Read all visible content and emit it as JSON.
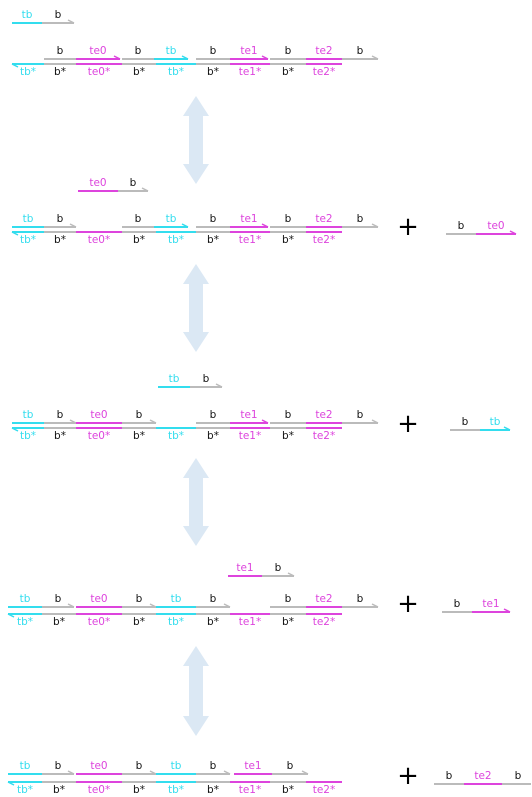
{
  "labels": {
    "tb": "tb",
    "b": "b",
    "te0": "te0",
    "te1": "te1",
    "te2": "te2",
    "tb_star": "tb*",
    "b_star": "b*",
    "te0_star": "te0*",
    "te1_star": "te1*",
    "te2_star": "te2*"
  },
  "colors": {
    "cyan": "#33ddee",
    "magenta": "#dd44dd",
    "gray": "#bbbbbb",
    "label_black": "#111111",
    "arrow_fill": "#dbe8f4"
  },
  "stages": [
    {
      "free_strand": [
        "tb",
        "b"
      ],
      "template_top": [
        "b",
        "te0",
        "b",
        "tb",
        "b",
        "te1",
        "b",
        "te2",
        "b"
      ],
      "template_bottom": [
        "tb_star",
        "b_star",
        "te0_star",
        "b_star",
        "tb_star",
        "b_star",
        "te1_star",
        "b_star",
        "te2_star"
      ],
      "released": []
    },
    {
      "free_strand": [
        "te0",
        "b"
      ],
      "template_top": [
        "tb",
        "b",
        "b",
        "tb",
        "b",
        "te1",
        "b",
        "te2",
        "b"
      ],
      "template_bottom": [
        "tb_star",
        "b_star",
        "te0_star",
        "b_star",
        "tb_star",
        "b_star",
        "te1_star",
        "b_star",
        "te2_star"
      ],
      "released": [
        "b",
        "te0"
      ]
    },
    {
      "free_strand": [
        "tb",
        "b"
      ],
      "template_top": [
        "tb",
        "b",
        "te0",
        "b",
        "b",
        "te1",
        "b",
        "te2",
        "b"
      ],
      "template_bottom": [
        "tb_star",
        "b_star",
        "te0_star",
        "b_star",
        "tb_star",
        "b_star",
        "te1_star",
        "b_star",
        "te2_star"
      ],
      "released": [
        "b",
        "tb"
      ]
    },
    {
      "free_strand": [
        "te1",
        "b"
      ],
      "template_top": [
        "tb",
        "b",
        "te0",
        "b",
        "tb",
        "b",
        "b",
        "te2",
        "b"
      ],
      "template_bottom": [
        "tb_star",
        "b_star",
        "te0_star",
        "b_star",
        "tb_star",
        "b_star",
        "te1_star",
        "b_star",
        "te2_star"
      ],
      "released": [
        "b",
        "te1"
      ]
    },
    {
      "free_strand": [],
      "template_top": [
        "tb",
        "b",
        "te0",
        "b",
        "tb",
        "b",
        "te1",
        "b"
      ],
      "template_bottom": [
        "tb_star",
        "b_star",
        "te0_star",
        "b_star",
        "tb_star",
        "b_star",
        "te1_star",
        "b_star",
        "te2_star"
      ],
      "released": [
        "b",
        "te2",
        "b"
      ]
    }
  ],
  "plus_symbol": "+"
}
